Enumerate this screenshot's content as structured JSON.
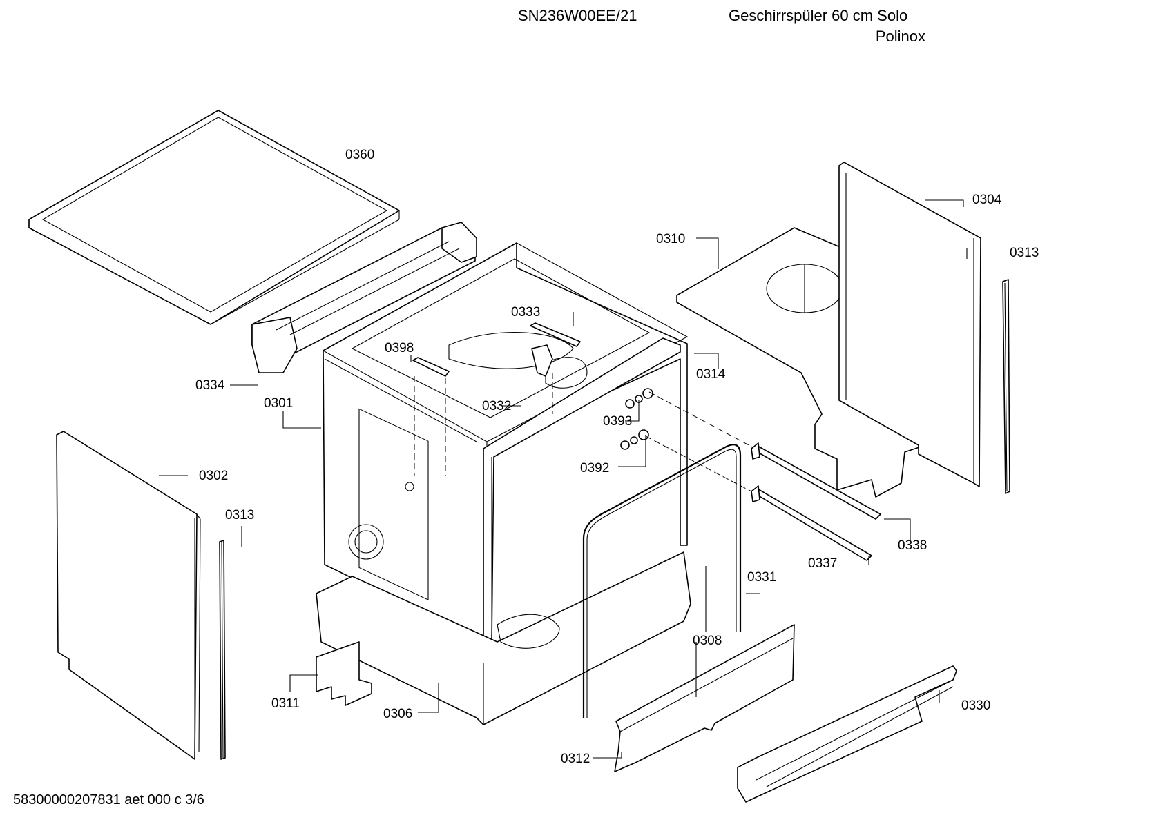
{
  "header": {
    "model": "SN236W00EE/21",
    "description": "Geschirrspüler 60 cm Solo",
    "variant": "Polinox"
  },
  "footer": {
    "document_code": "58300000207831 aet 000 c 3/6"
  },
  "labels": {
    "p0360": "0360",
    "p0304": "0304",
    "p0313a": "0313",
    "p0310": "0310",
    "p0333": "0333",
    "p0398": "0398",
    "p0314": "0314",
    "p0334": "0334",
    "p0301": "0301",
    "p0332": "0332",
    "p0393": "0393",
    "p0392": "0392",
    "p0302": "0302",
    "p0313b": "0313",
    "p0338": "0338",
    "p0337": "0337",
    "p0331": "0331",
    "p0308": "0308",
    "p0311": "0311",
    "p0306": "0306",
    "p0330": "0330",
    "p0312": "0312"
  }
}
